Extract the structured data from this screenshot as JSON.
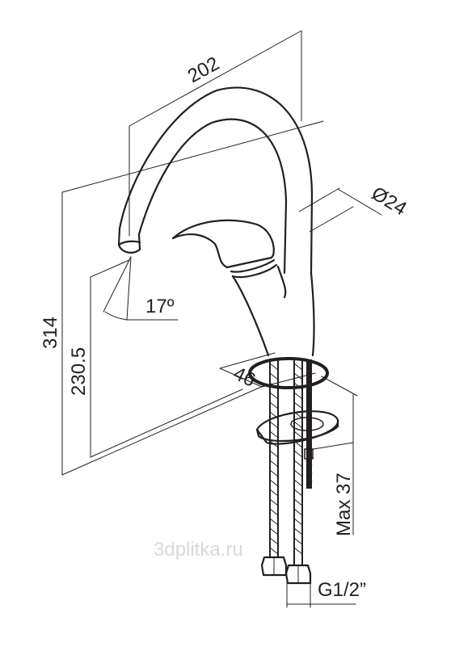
{
  "dimensions": {
    "width_top": "202",
    "total_height": "314",
    "spout_height": "230.5",
    "body_diameter": "Ø24",
    "base_diameter": "46",
    "spout_angle": "17º",
    "max_thickness": "Max 37",
    "thread": "G1/2”"
  },
  "watermark": "3dplitka.ru"
}
